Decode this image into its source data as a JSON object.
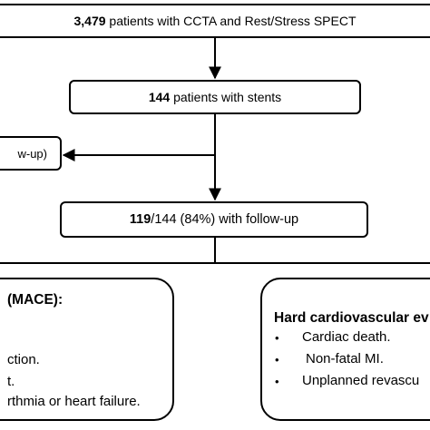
{
  "top_box": {
    "count": "3,479",
    "text": " patients with CCTA and Rest/Stress SPECT"
  },
  "stents_box": {
    "count": "144",
    "text": " patients with stents"
  },
  "excluded_box": {
    "text": "w-up)"
  },
  "follow_box": {
    "count": "119",
    "text": "/144 (84%) with follow-up"
  },
  "mace_panel": {
    "title": "(MACE):",
    "items": [
      "ction.",
      "t.",
      "rthmia or heart failure."
    ]
  },
  "hard_panel": {
    "title": "Hard cardiovascular ev",
    "items": [
      "Cardiac death.",
      "Non-fatal MI.",
      "Unplanned revascu"
    ],
    "bullet": "•"
  }
}
